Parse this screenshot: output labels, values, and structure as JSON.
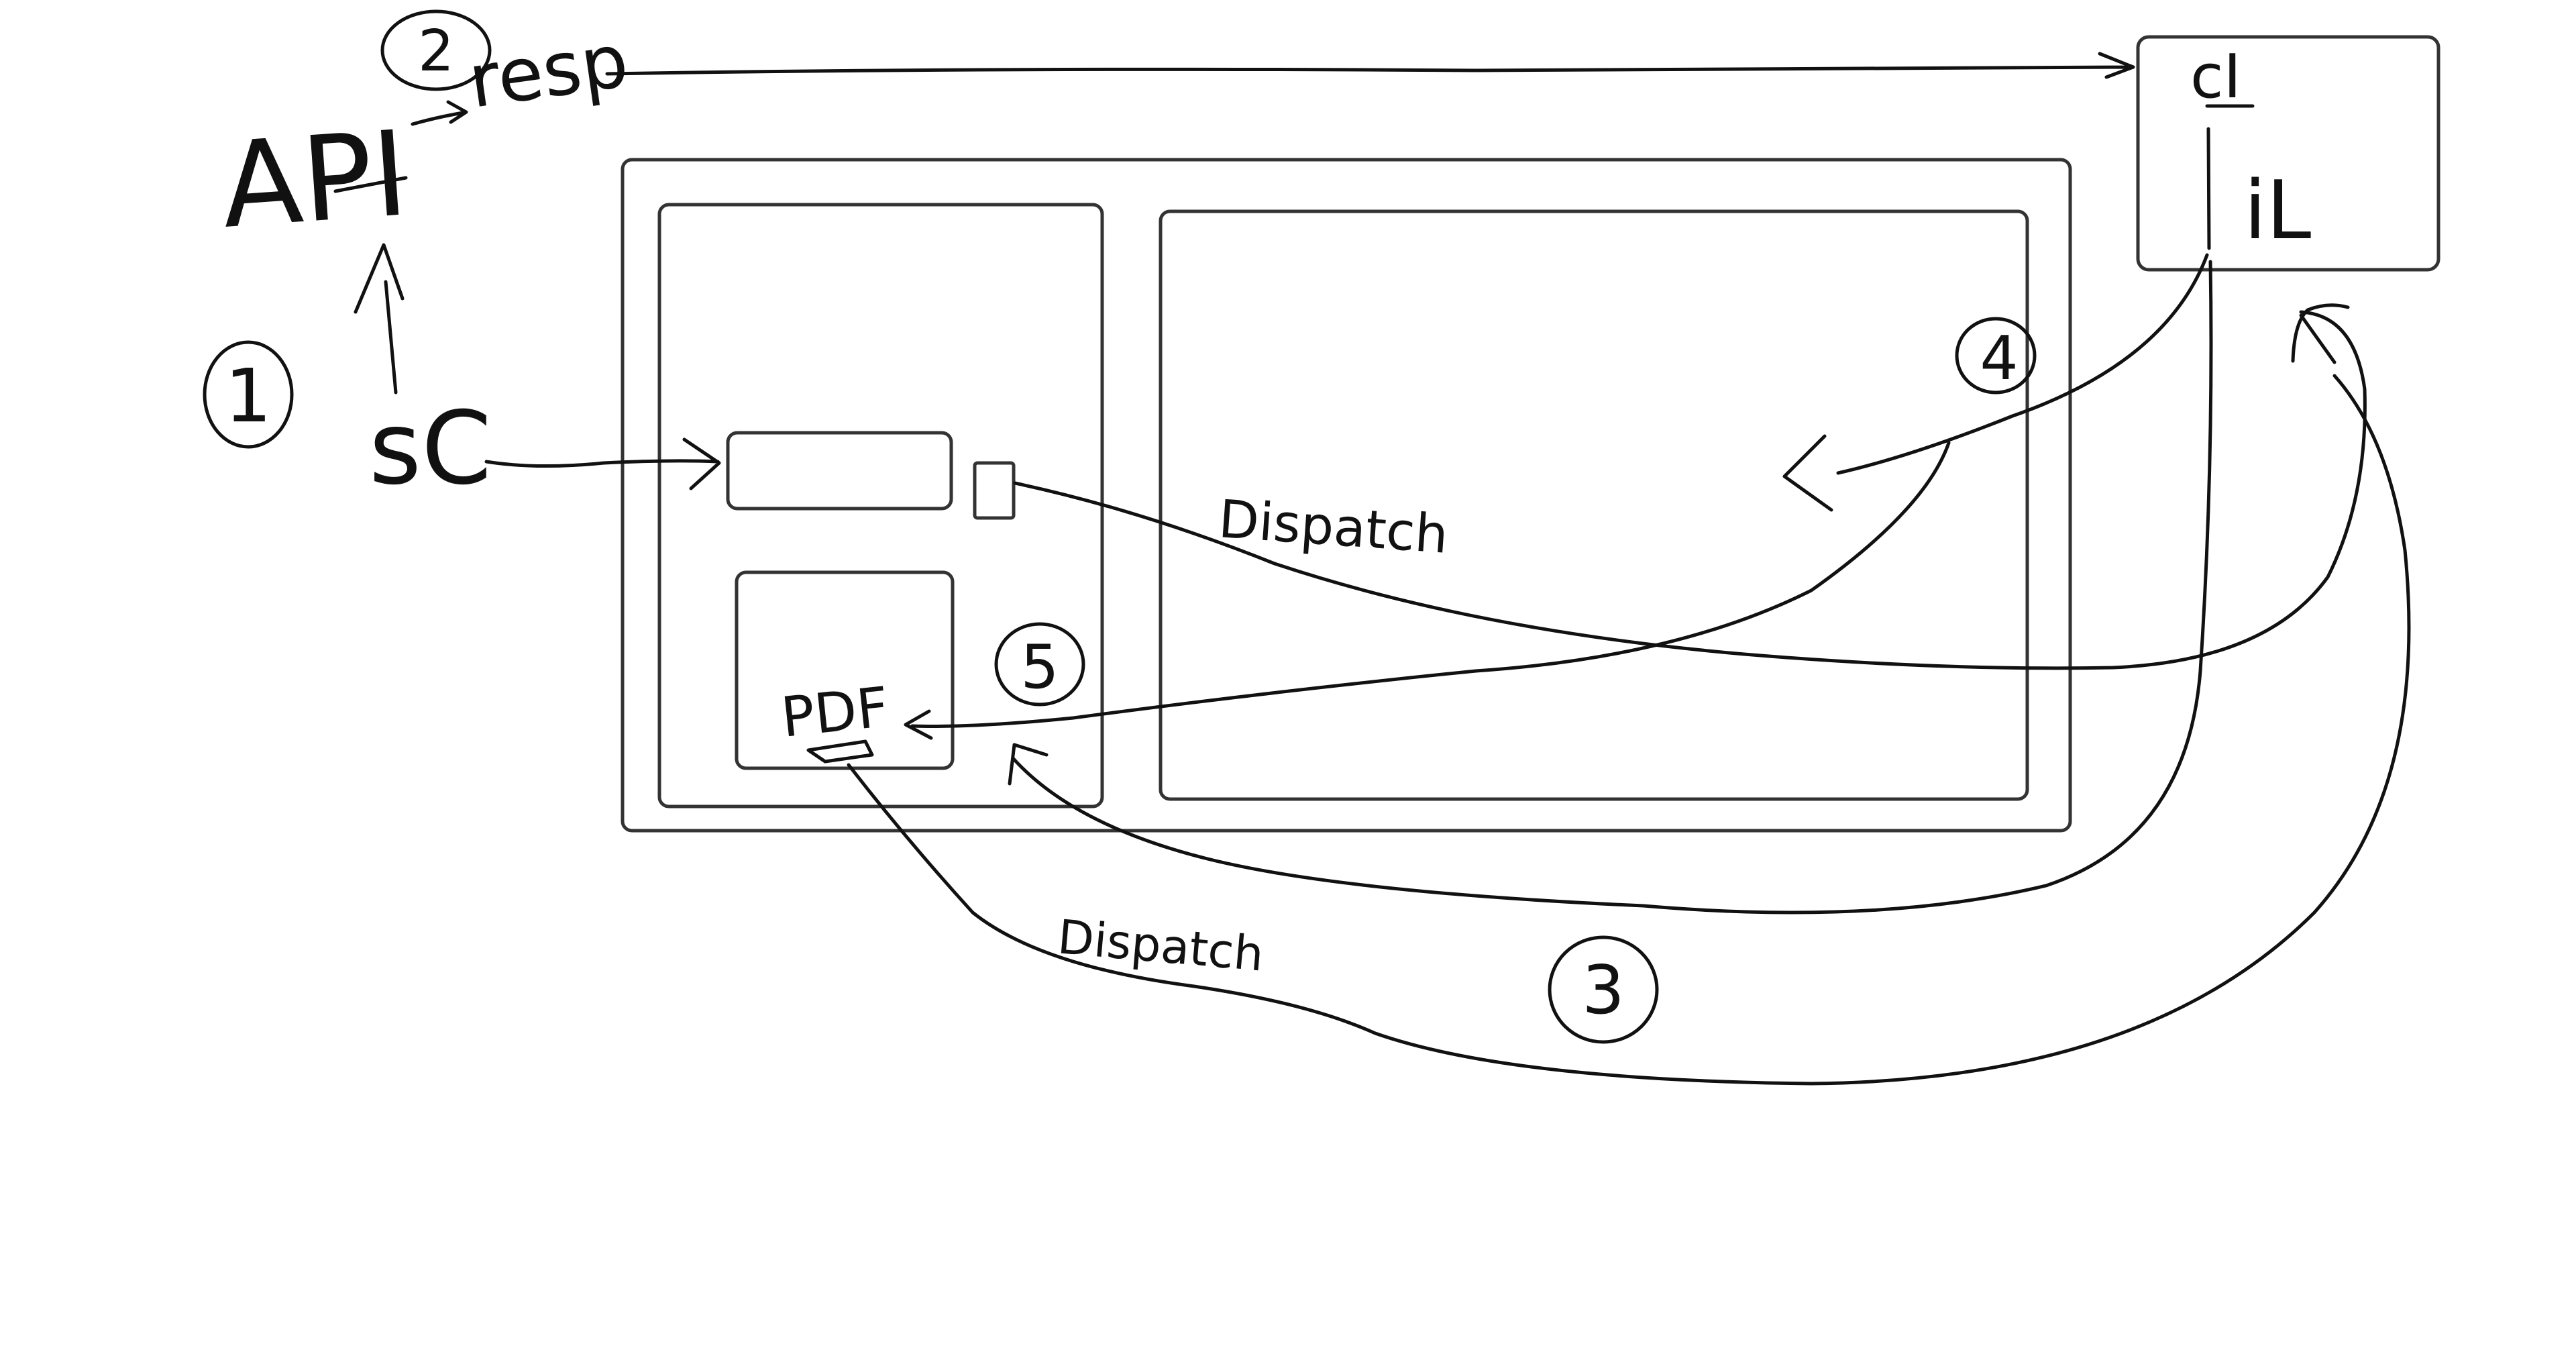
{
  "labels": {
    "api": "API",
    "resp": "resp",
    "sc": "sC",
    "ci": "cI",
    "il": "iL",
    "dispatch_top": "Dispatch",
    "dispatch_bottom": "Dispatch",
    "pdf": "PDF"
  },
  "steps": [
    "1",
    "2",
    "3",
    "4",
    "5"
  ],
  "colors": {
    "ink": "#111111",
    "box": "#333333",
    "background": "#ffffff"
  }
}
